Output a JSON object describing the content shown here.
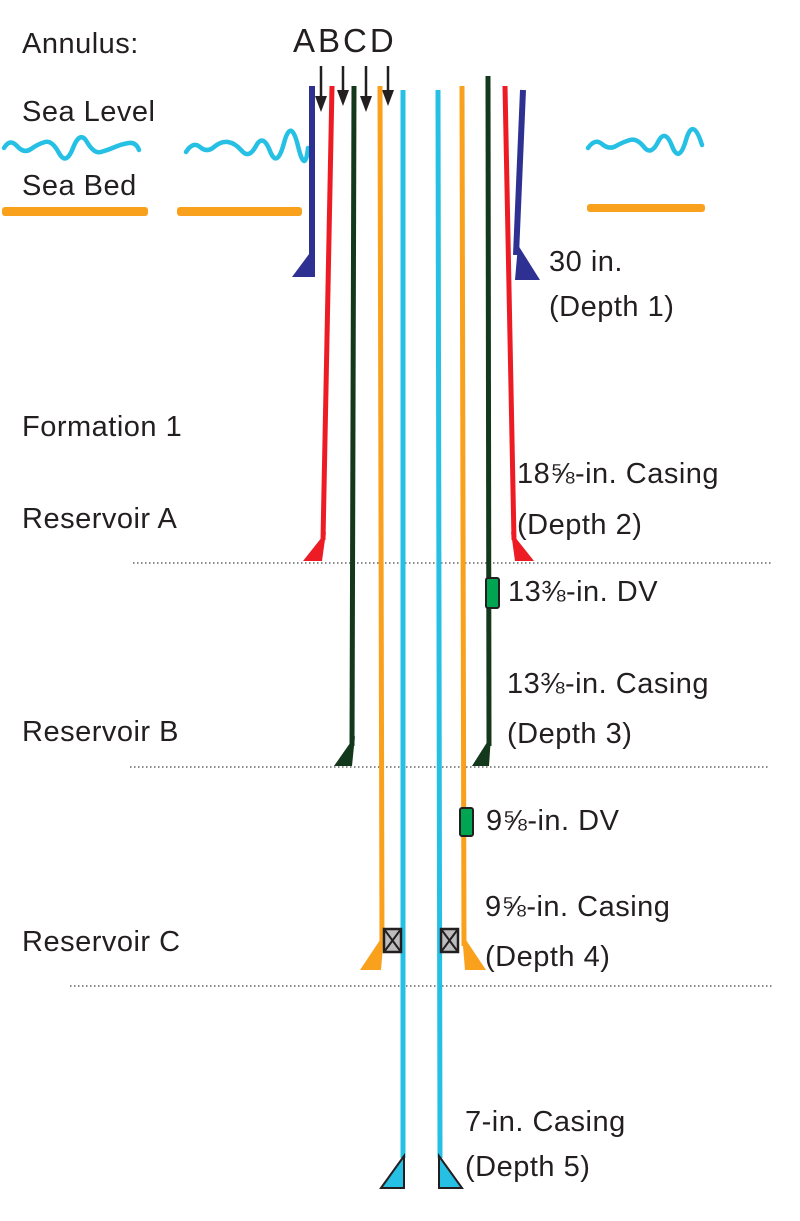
{
  "diagram": {
    "annulus_label": "Annulus:",
    "annulus_letters": "ABCD",
    "sea_level_label": "Sea Level",
    "sea_bed_label": "Sea Bed",
    "formation_labels": {
      "formation1": "Formation 1",
      "reservoirA": "Reservoir A",
      "reservoirB": "Reservoir B",
      "reservoirC": "Reservoir C"
    },
    "casings": [
      {
        "size": "30 in.",
        "depth": "(Depth 1)",
        "color": "#2e3192"
      },
      {
        "size": "18⅝-in. Casing",
        "depth": "(Depth 2)",
        "color": "#ed1c24"
      },
      {
        "size": "13⅜-in. Casing",
        "depth": "(Depth 3)",
        "color": "#14381c",
        "dv": "13⅜-in. DV"
      },
      {
        "size": "9⅝-in. Casing",
        "depth": "(Depth 4)",
        "color": "#f9a11c",
        "dv": "9⅝-in. DV"
      },
      {
        "size": "7-in. Casing",
        "depth": "(Depth 5)",
        "color": "#27c0e5"
      }
    ],
    "colors": {
      "sea": "#27c0e5",
      "seabed": "#f9a11c",
      "dv_tool": "#00a551",
      "packer_fill": "#bdbdbd",
      "outline": "#231f20",
      "dotted_line": "#8a8a8a",
      "text": "#231f20"
    }
  }
}
